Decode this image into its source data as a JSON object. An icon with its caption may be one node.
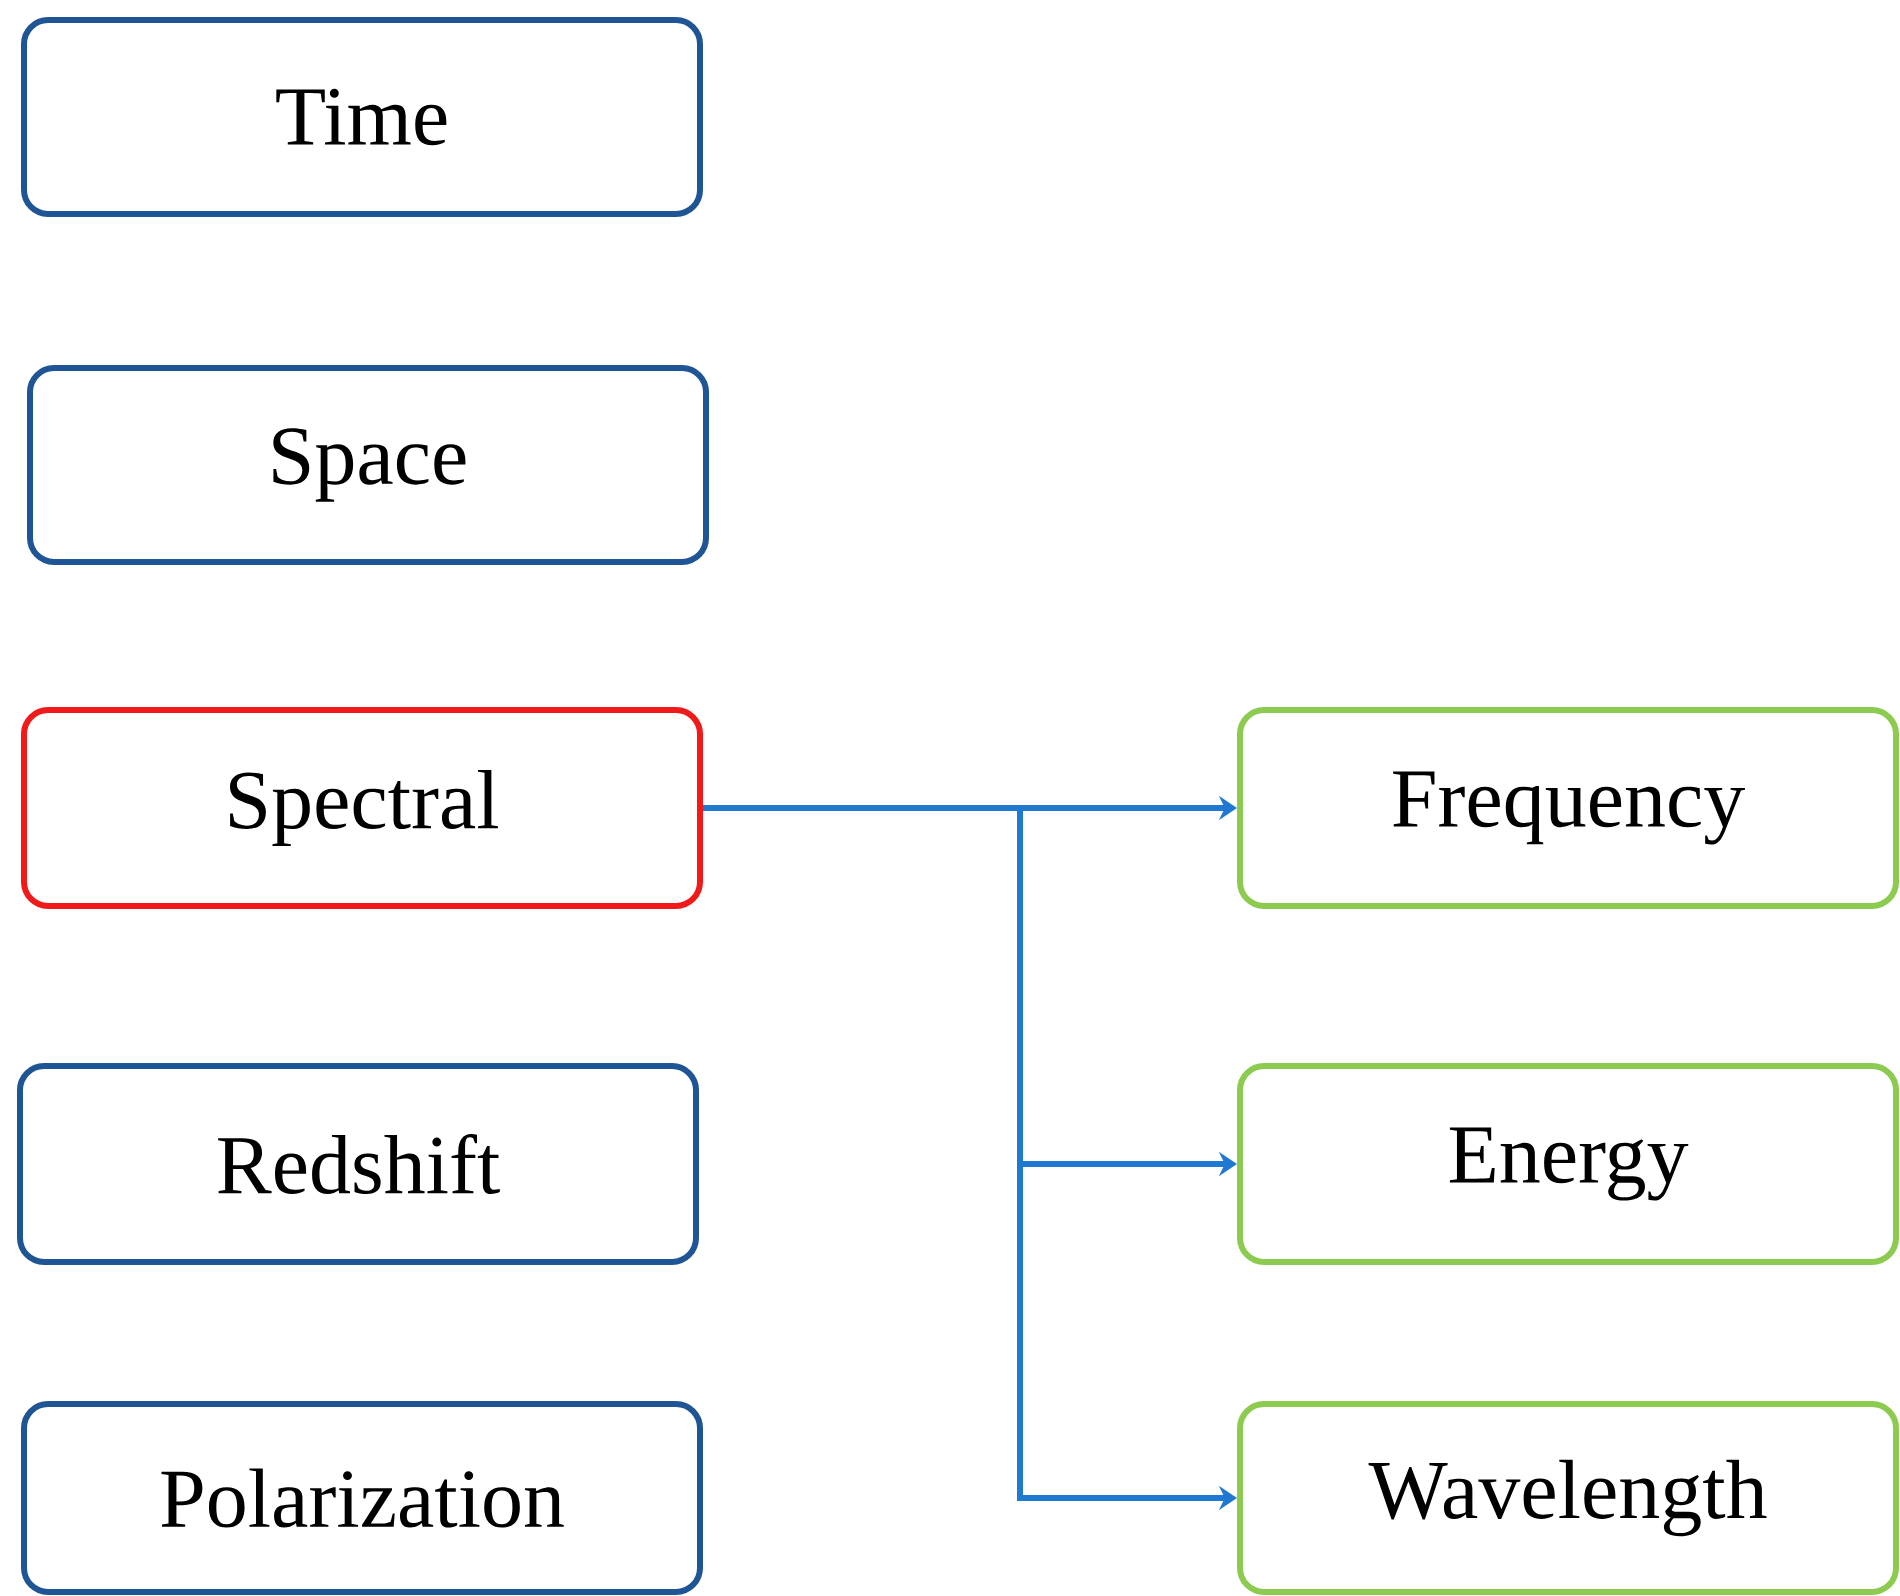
{
  "diagram": {
    "nodes": [
      {
        "text": [
          "Time"
        ]
      },
      {
        "text": [
          "Space"
        ]
      },
      {
        "text": [
          "Spectral"
        ]
      },
      {
        "text": [
          "Redshift"
        ]
      },
      {
        "text": [
          "Polarization"
        ]
      },
      {
        "text": [
          "Frequency"
        ]
      },
      {
        "text": [
          "Energy"
        ]
      },
      {
        "text": [
          "Wavelength"
        ]
      }
    ],
    "edges": [
      {
        "from": 2,
        "to": 5,
        "arrow": "to"
      },
      {
        "from": 2,
        "to": 6,
        "arrow": "to"
      },
      {
        "from": 2,
        "to": 7,
        "arrow": "to"
      }
    ]
  }
}
